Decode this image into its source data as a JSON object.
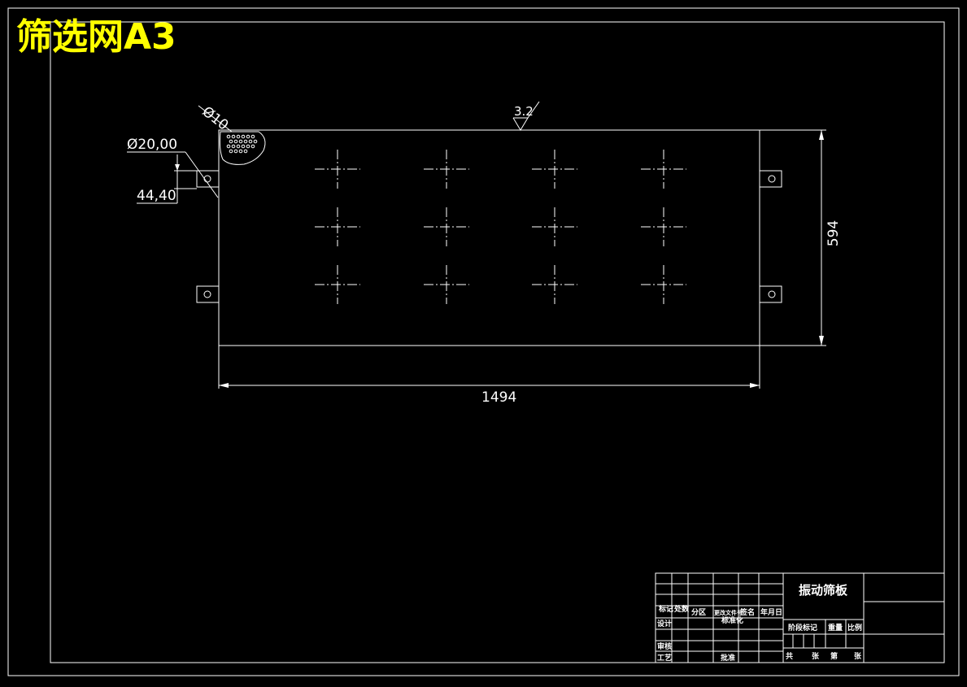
{
  "drawing": {
    "title": "筛选网A3",
    "dimensions": {
      "width": "1494",
      "height": "594",
      "hole_dia": "Ø10",
      "roughness": "3.2",
      "lug_dia": "Ø20,00",
      "lug_offset": "44,40"
    }
  },
  "title_block": {
    "part_name": "振动筛板",
    "cells": {
      "mark": "标记",
      "count": "处数",
      "zone": "分区",
      "change_doc": "更改文件号",
      "sign": "签名",
      "date": "年月日",
      "design": "设计",
      "standardize": "标准化",
      "review": "审核",
      "process": "工艺",
      "approve": "批准",
      "stage_mark": "阶段标记",
      "weight": "重量",
      "scale": "比例",
      "total": "共",
      "sheets": "张",
      "sheet_no": "第",
      "sheet": "张"
    }
  },
  "colors": {
    "background": "#000000",
    "lines": "#ffffff",
    "title": "#ffff00"
  }
}
